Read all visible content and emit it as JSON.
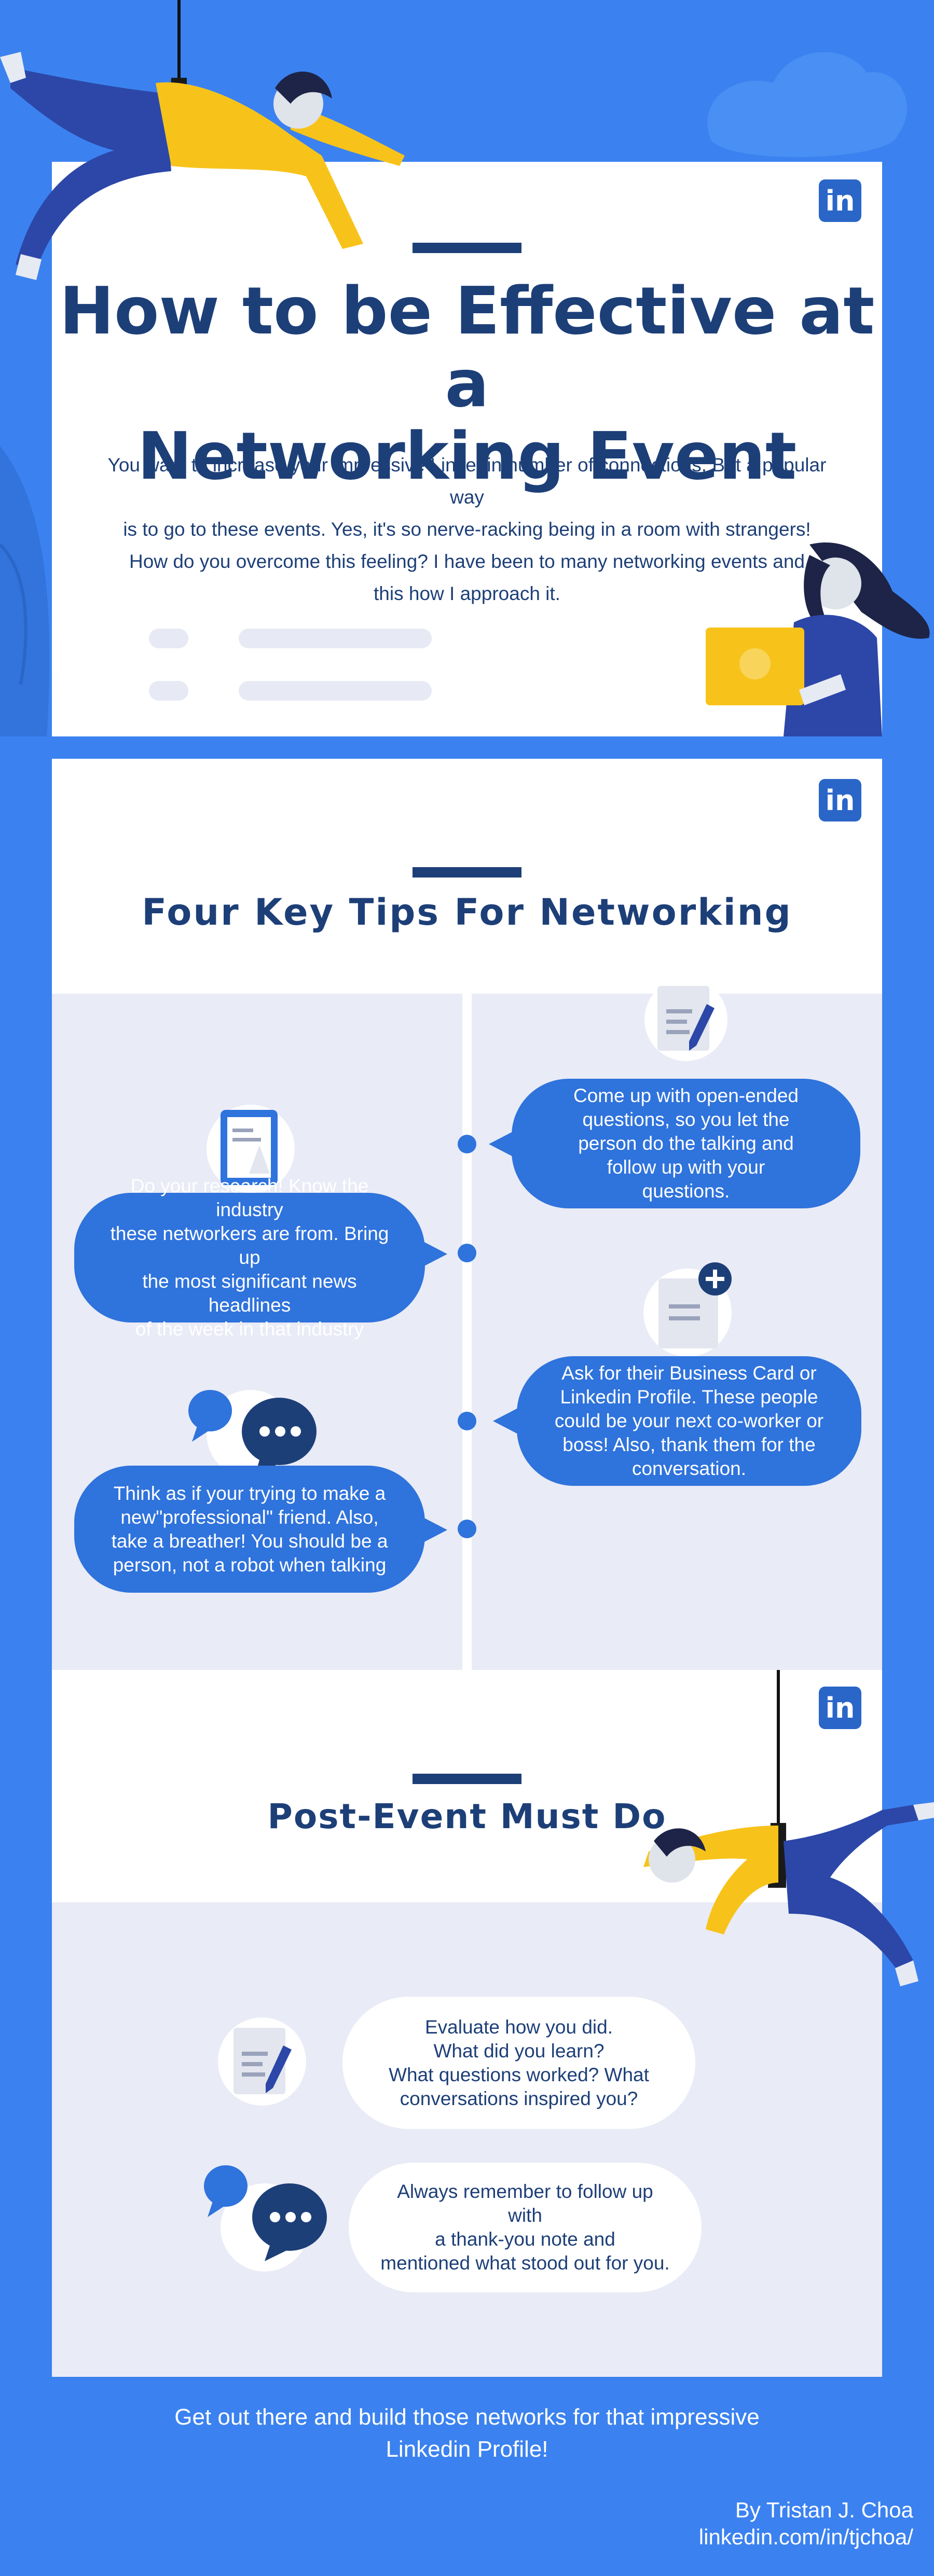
{
  "colors": {
    "background": "#3b82f0",
    "navy": "#1d3f78",
    "bubble_blue": "#2f73dc",
    "lavender": "#e9ebf6",
    "yellow": "#f7c31b",
    "linkedin": "#2a66c8"
  },
  "icons": [
    "linkedin-icon",
    "document-pen-icon",
    "tablet-icon",
    "document-plus-icon",
    "chat-bubbles-icon"
  ],
  "linkedin_label": "in",
  "hero": {
    "title_line1": "How to be Effective at a",
    "title_line2": "Networking Event",
    "intro": [
      "You want to increase your impressive Linkedin number of connections. But a popular way",
      "is to go to these events. Yes, it's so nerve-racking being in a room with strangers!",
      "How do you overcome this feeling? I have been to many networking events and",
      "this how I approach it."
    ]
  },
  "tips": {
    "title": "Four Key Tips For Networking",
    "items": [
      {
        "lines": [
          "Come up with open-ended",
          "questions, so you let the",
          "person do the talking and",
          "follow up with your",
          "questions."
        ]
      },
      {
        "lines": [
          "Do your research! Know the industry",
          "these networkers are from. Bring up",
          "the most significant news headlines",
          "of the week in that industry"
        ]
      },
      {
        "lines": [
          "Ask for their Business Card or",
          "Linkedin Profile. These people",
          "could be your next co-worker or",
          "boss! Also, thank them for the",
          "conversation."
        ]
      },
      {
        "lines": [
          "Think as if your trying to make a",
          "new\"professional\" friend.  Also,",
          "take a breather! You should be a",
          "person, not a robot when talking"
        ]
      }
    ]
  },
  "post_event": {
    "title": "Post-Event Must Do",
    "items": [
      {
        "lines": [
          "Evaluate how you did.",
          "What did you learn?",
          "What questions worked? What",
          "conversations inspired you?"
        ]
      },
      {
        "lines": [
          "Always remember to follow up with",
          "a thank-you note and",
          "mentioned what stood out for you."
        ]
      }
    ]
  },
  "footer": {
    "cta_line1": "Get out there and build those networks for that impressive",
    "cta_line2": "Linkedin Profile!",
    "author": "By Tristan J. Choa",
    "url": "linkedin.com/in/tjchoa/"
  }
}
